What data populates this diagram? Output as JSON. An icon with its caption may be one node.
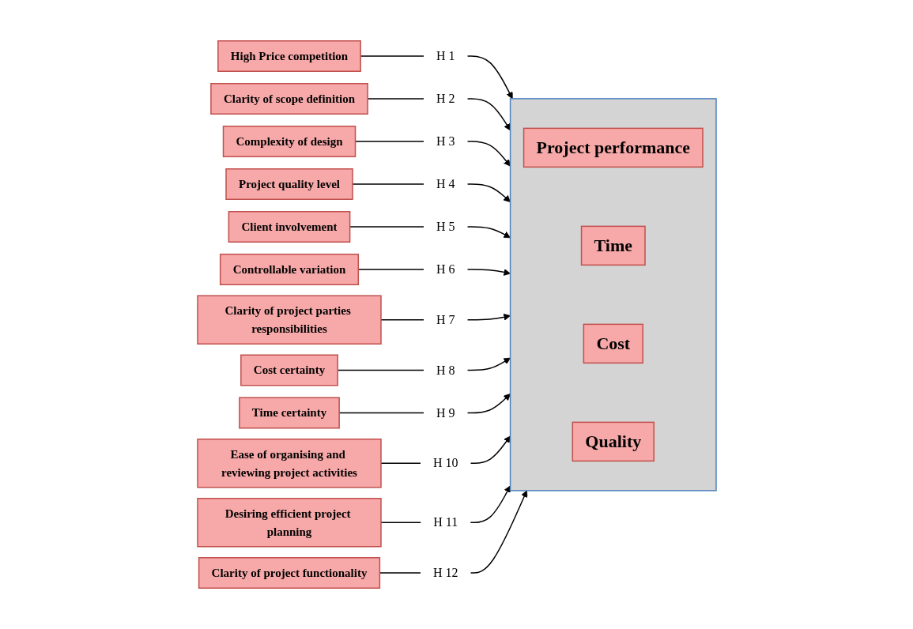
{
  "diagram": {
    "nodes": [
      {
        "text": [
          "High Price competition"
        ]
      },
      {
        "text": [
          "Clarity of scope definition"
        ]
      },
      {
        "text": [
          "Complexity of design"
        ]
      },
      {
        "text": [
          "Project quality level"
        ]
      },
      {
        "text": [
          "Client involvement"
        ]
      },
      {
        "text": [
          "Controllable variation"
        ]
      },
      {
        "text": [
          "Clarity of project parties responsibilities"
        ]
      },
      {
        "text": [
          "Cost certainty"
        ]
      },
      {
        "text": [
          "Time certainty"
        ]
      },
      {
        "text": [
          "Ease of organising and reviewing project activities"
        ]
      },
      {
        "text": [
          "Desiring efficient project planning"
        ]
      },
      {
        "text": [
          "Clarity of project functionality"
        ]
      },
      {
        "text": [
          "H 1"
        ]
      },
      {
        "text": [
          "H 2"
        ]
      },
      {
        "text": [
          "H 3"
        ]
      },
      {
        "text": [
          "H 4"
        ]
      },
      {
        "text": [
          "H 5"
        ]
      },
      {
        "text": [
          "H 6"
        ]
      },
      {
        "text": [
          "H 7"
        ]
      },
      {
        "text": [
          "H 8"
        ]
      },
      {
        "text": [
          "H 9"
        ]
      },
      {
        "text": [
          "H 10"
        ]
      },
      {
        "text": [
          "H 11"
        ]
      },
      {
        "text": [
          "H 12"
        ]
      },
      {
        "text": [],
        "shape": "box"
      },
      {
        "text": [
          "Project performance"
        ],
        "in": 24
      },
      {
        "text": [
          "Time"
        ],
        "in": 24
      },
      {
        "text": [
          "Cost"
        ],
        "in": 24
      },
      {
        "text": [
          "Quality"
        ],
        "in": 24
      }
    ],
    "edges": [
      {
        "from": 0,
        "to": 12,
        "arrow": "none"
      },
      {
        "from": 12,
        "to": 24,
        "arrow": "to"
      },
      {
        "from": 1,
        "to": 13,
        "arrow": "none"
      },
      {
        "from": 13,
        "to": 24,
        "arrow": "to"
      },
      {
        "from": 2,
        "to": 14,
        "arrow": "none"
      },
      {
        "from": 14,
        "to": 24,
        "arrow": "to"
      },
      {
        "from": 3,
        "to": 15,
        "arrow": "none"
      },
      {
        "from": 15,
        "to": 24,
        "arrow": "to"
      },
      {
        "from": 4,
        "to": 16,
        "arrow": "none"
      },
      {
        "from": 16,
        "to": 24,
        "arrow": "to"
      },
      {
        "from": 5,
        "to": 17,
        "arrow": "none"
      },
      {
        "from": 17,
        "to": 24,
        "arrow": "to"
      },
      {
        "from": 6,
        "to": 18,
        "arrow": "none"
      },
      {
        "from": 18,
        "to": 24,
        "arrow": "to"
      },
      {
        "from": 7,
        "to": 19,
        "arrow": "none"
      },
      {
        "from": 19,
        "to": 24,
        "arrow": "to"
      },
      {
        "from": 8,
        "to": 20,
        "arrow": "none"
      },
      {
        "from": 20,
        "to": 24,
        "arrow": "to"
      },
      {
        "from": 9,
        "to": 21,
        "arrow": "none"
      },
      {
        "from": 21,
        "to": 24,
        "arrow": "to"
      },
      {
        "from": 10,
        "to": 22,
        "arrow": "none"
      },
      {
        "from": 22,
        "to": 24,
        "arrow": "to"
      },
      {
        "from": 11,
        "to": 23,
        "arrow": "none"
      },
      {
        "from": 23,
        "to": 24,
        "arrow": "to"
      }
    ]
  }
}
